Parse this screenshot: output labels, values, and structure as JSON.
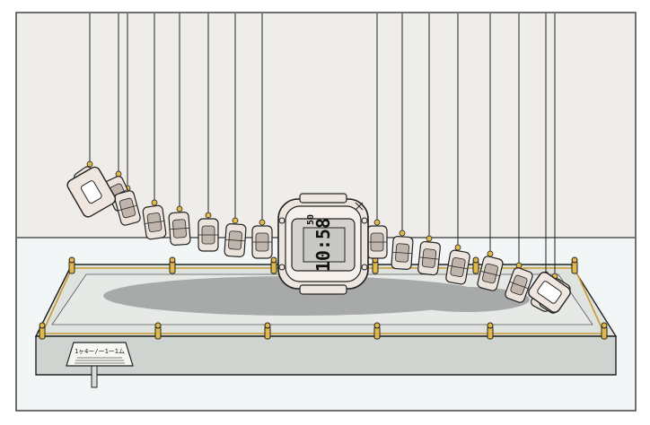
{
  "display": {
    "time": "10:58",
    "seconds": "50"
  },
  "plaque": {
    "caption": "1ヶ4ー/ー1ー1ム"
  },
  "colors": {
    "wall": "#efede9",
    "floor": "#f1f5f6",
    "platform_top": "#d9ddda",
    "platform_side": "#cfd3d0",
    "shadow": "#a8aaa9",
    "post": "#e0b94a",
    "piece": "#ece4dc",
    "piece_shade": "#bfb5ad",
    "outline": "#222222"
  }
}
